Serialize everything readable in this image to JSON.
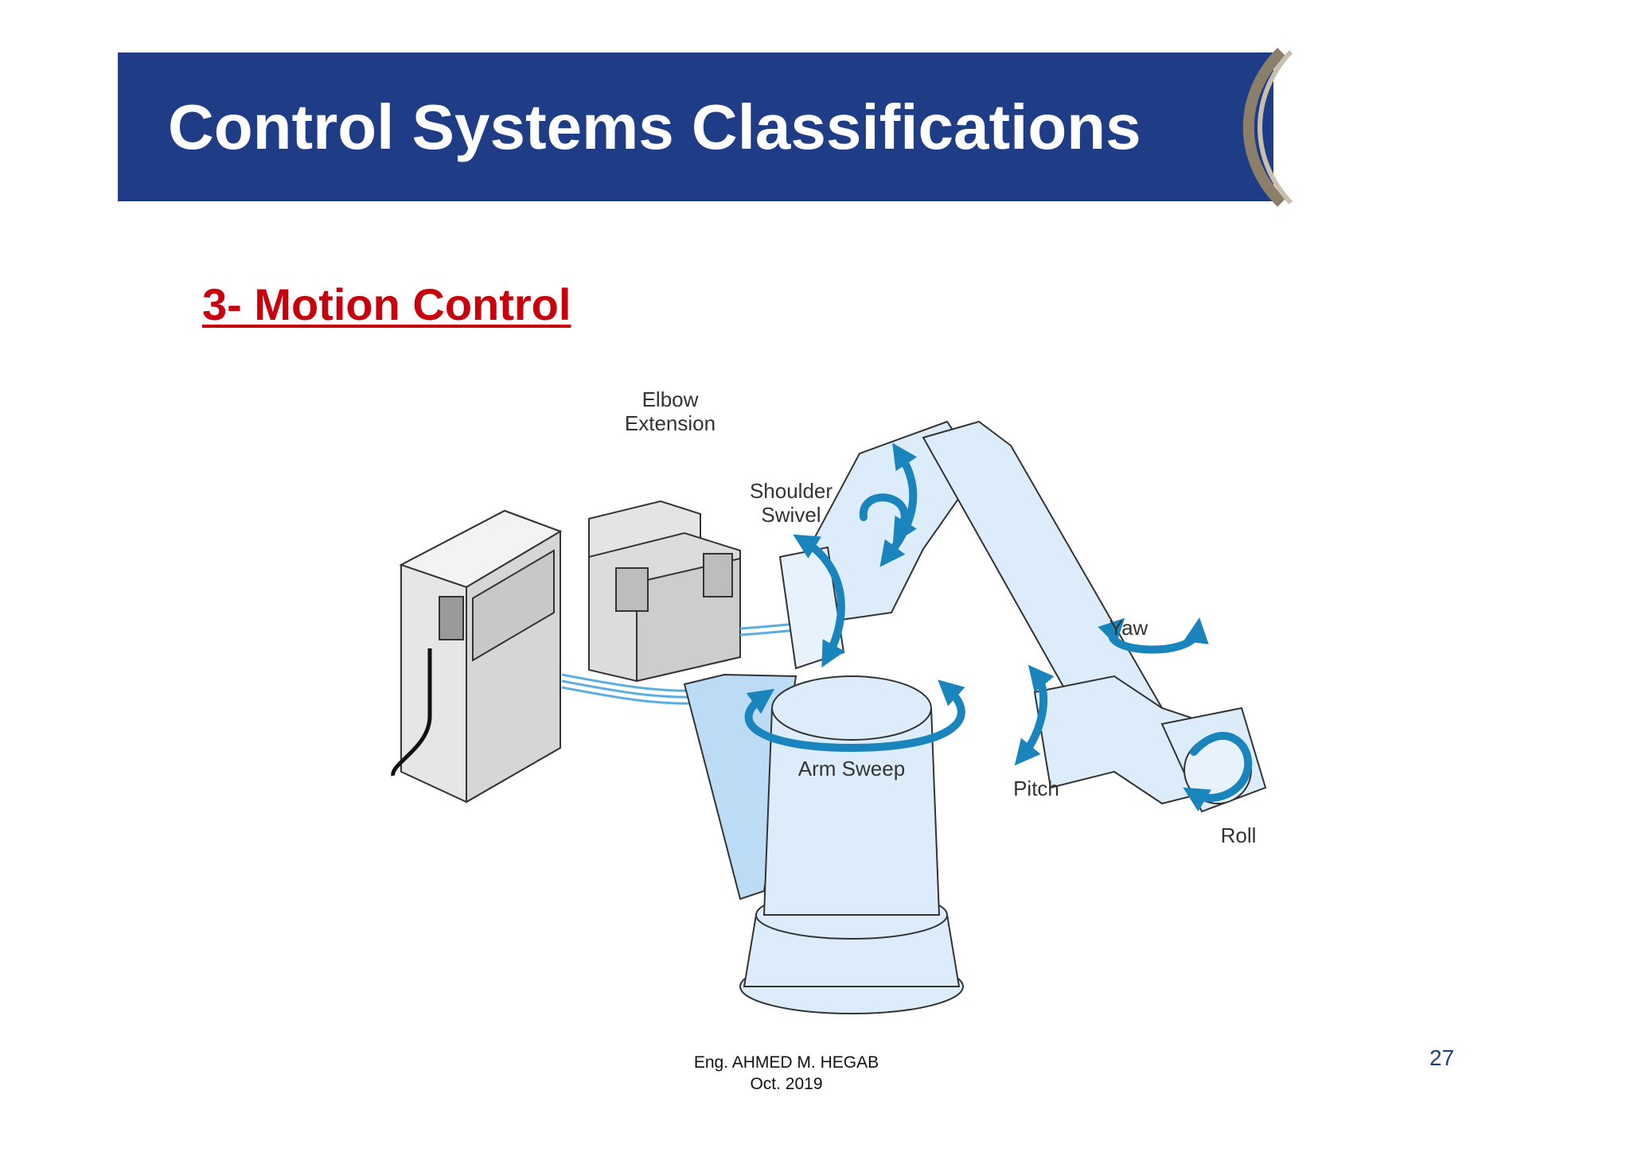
{
  "slide": {
    "title": "Control Systems Classifications",
    "subtitle": "3- Motion Control",
    "footer_author": "Eng. AHMED M. HEGAB",
    "footer_date": "Oct.  2019",
    "page_number": "27"
  },
  "diagram": {
    "labels": {
      "elbow_line1": "Elbow",
      "elbow_line2": "Extension",
      "shoulder_line1": "Shoulder",
      "shoulder_line2": "Swivel",
      "yaw": "Yaw",
      "arm_sweep": "Arm Sweep",
      "pitch": "Pitch",
      "roll": "Roll"
    }
  },
  "colors": {
    "title_band": "#1f3d87",
    "subtitle": "#c8000e",
    "robot_fill": "#dcecfb",
    "arrow": "#1a84bd"
  }
}
